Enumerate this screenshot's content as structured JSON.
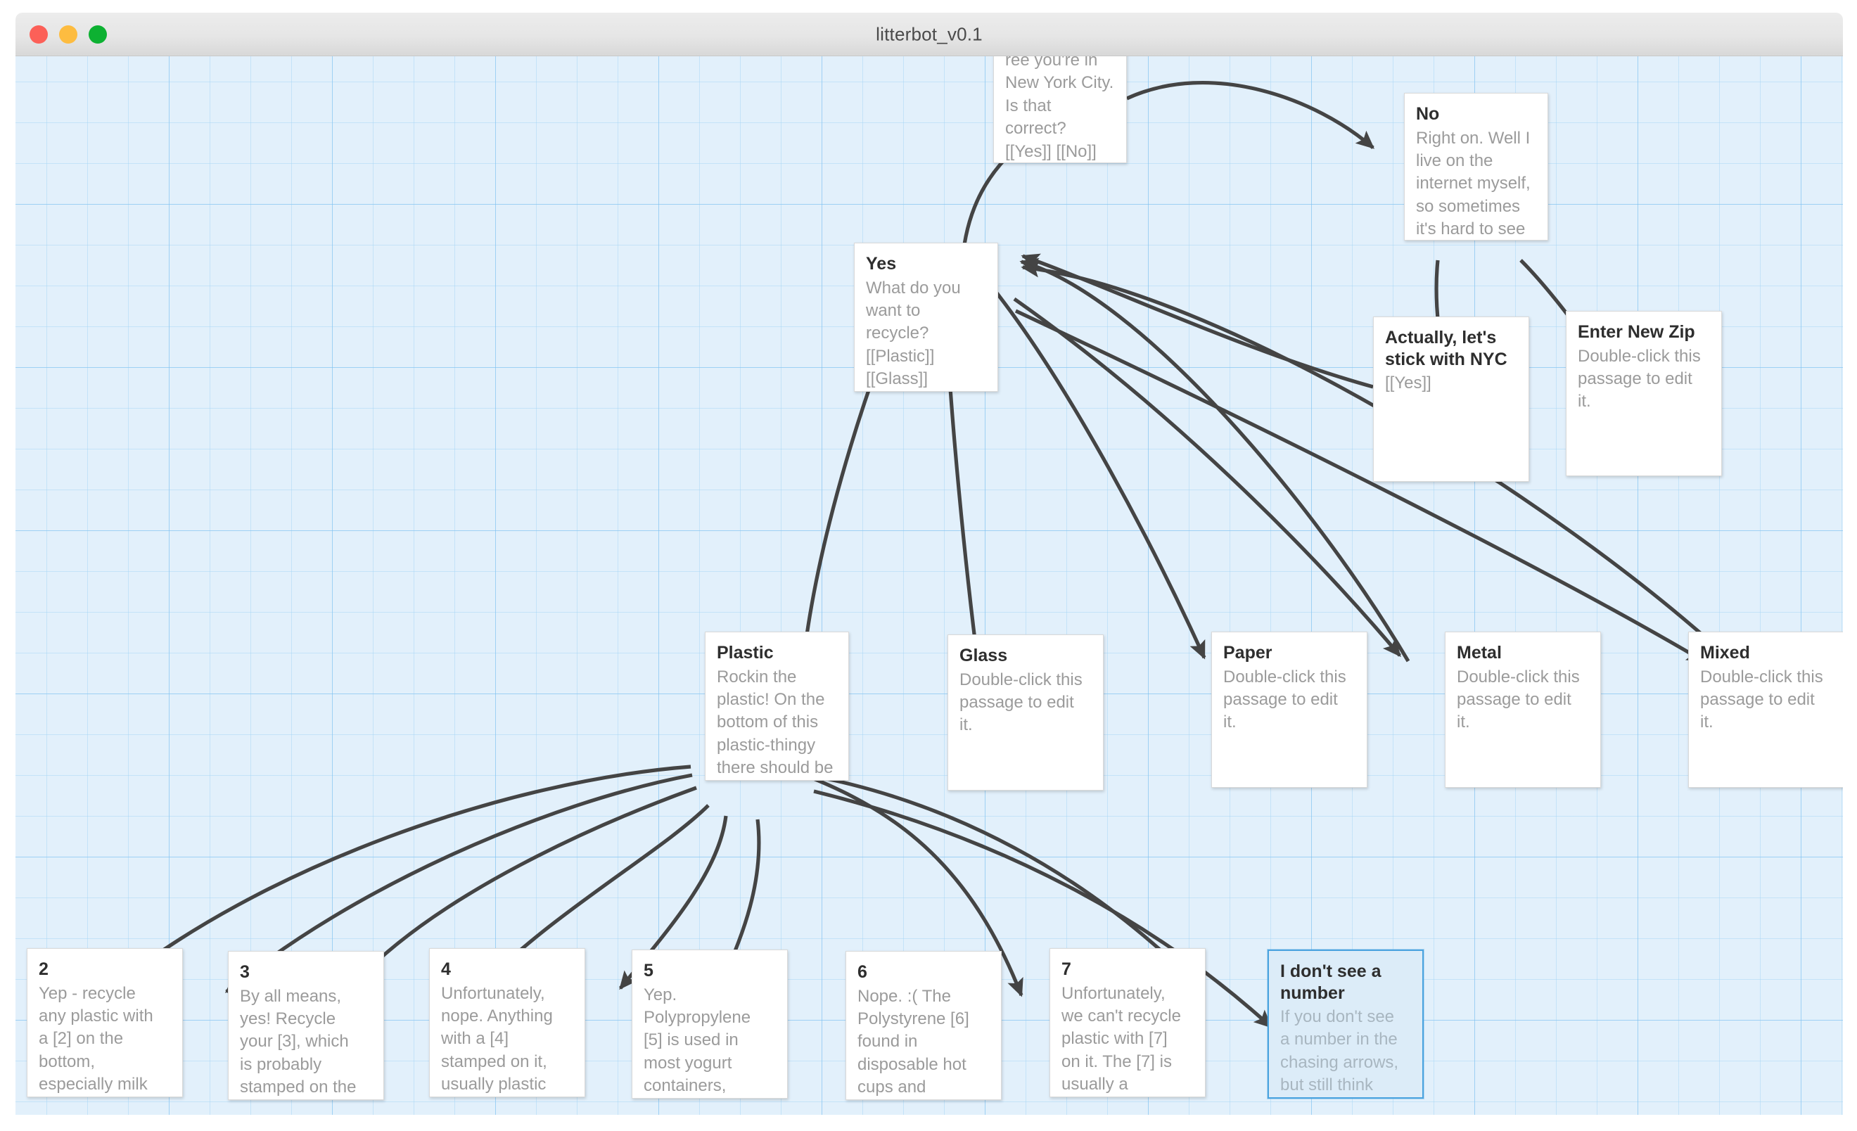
{
  "window": {
    "title": "litterbot_v0.1",
    "traffic_lights": [
      "close-button",
      "minimize-button",
      "zoom-button"
    ],
    "colors": {
      "close": "#fc6058",
      "minimize": "#fdbc40",
      "zoom": "#0db132",
      "canvas_background": "#e2f0fb",
      "grid_line": "#78bef0",
      "selection": "#4aa3df",
      "link_arrow": "#444444"
    }
  },
  "passages": [
    {
      "id": "start",
      "title": "",
      "body": "ree you're in\nNew York City.\nIs that correct?\n[[Yes]] [[No]]",
      "selected": false
    },
    {
      "id": "no",
      "title": "No",
      "body": "Right on. Well I\nlive on the\ninternet myself,\nso sometimes\nit's hard to see",
      "selected": false
    },
    {
      "id": "yes",
      "title": "Yes",
      "body": "What do you\nwant to\nrecycle?\n[[Plastic]]\n[[Glass]]",
      "selected": false
    },
    {
      "id": "stick-with-nyc",
      "title": "Actually, let's stick with NYC",
      "body": "[[Yes]]",
      "selected": false
    },
    {
      "id": "enter-new-zip",
      "title": "Enter New Zip",
      "body": "Double-click this passage to edit it.",
      "selected": false
    },
    {
      "id": "plastic",
      "title": "Plastic",
      "body": "Rockin the\nplastic! On the\nbottom of this\nplastic-thingy\nthere should be",
      "selected": false
    },
    {
      "id": "glass",
      "title": "Glass",
      "body": "Double-click this passage to edit it.",
      "selected": false
    },
    {
      "id": "paper",
      "title": "Paper",
      "body": "Double-click this passage to edit it.",
      "selected": false
    },
    {
      "id": "metal",
      "title": "Metal",
      "body": "Double-click this passage to edit it.",
      "selected": false
    },
    {
      "id": "mixed",
      "title": "Mixed",
      "body": "Double-click this passage to edit it.",
      "selected": false
    },
    {
      "id": "two",
      "title": "2",
      "body": "Yep - recycle\nany plastic with\na [2] on the\nbottom,\nespecially milk",
      "selected": false
    },
    {
      "id": "three",
      "title": "3",
      "body": "By all means,\nyes! Recycle\nyour [3], which\nis probably\nstamped on the",
      "selected": false
    },
    {
      "id": "four",
      "title": "4",
      "body": "Unfortunately,\nnope. Anything\nwith a [4]\nstamped on it,\nusually plastic",
      "selected": false
    },
    {
      "id": "five",
      "title": "5",
      "body": "Yep.\nPolypropylene\n[5] is used in\nmost yogurt\ncontainers,",
      "selected": false
    },
    {
      "id": "six",
      "title": "6",
      "body": "Nope. :( The\nPolystyrene [6]\nfound in\ndisposable hot\ncups and",
      "selected": false
    },
    {
      "id": "seven",
      "title": "7",
      "body": "Unfortunately,\nwe can't recycle\nplastic with [7]\non it. The [7] is\nusually a",
      "selected": false
    },
    {
      "id": "no-number",
      "title": "I don't see a number",
      "body": "If you don't see\na number in the\nchasing arrows,\nbut still think",
      "selected": true
    }
  ]
}
